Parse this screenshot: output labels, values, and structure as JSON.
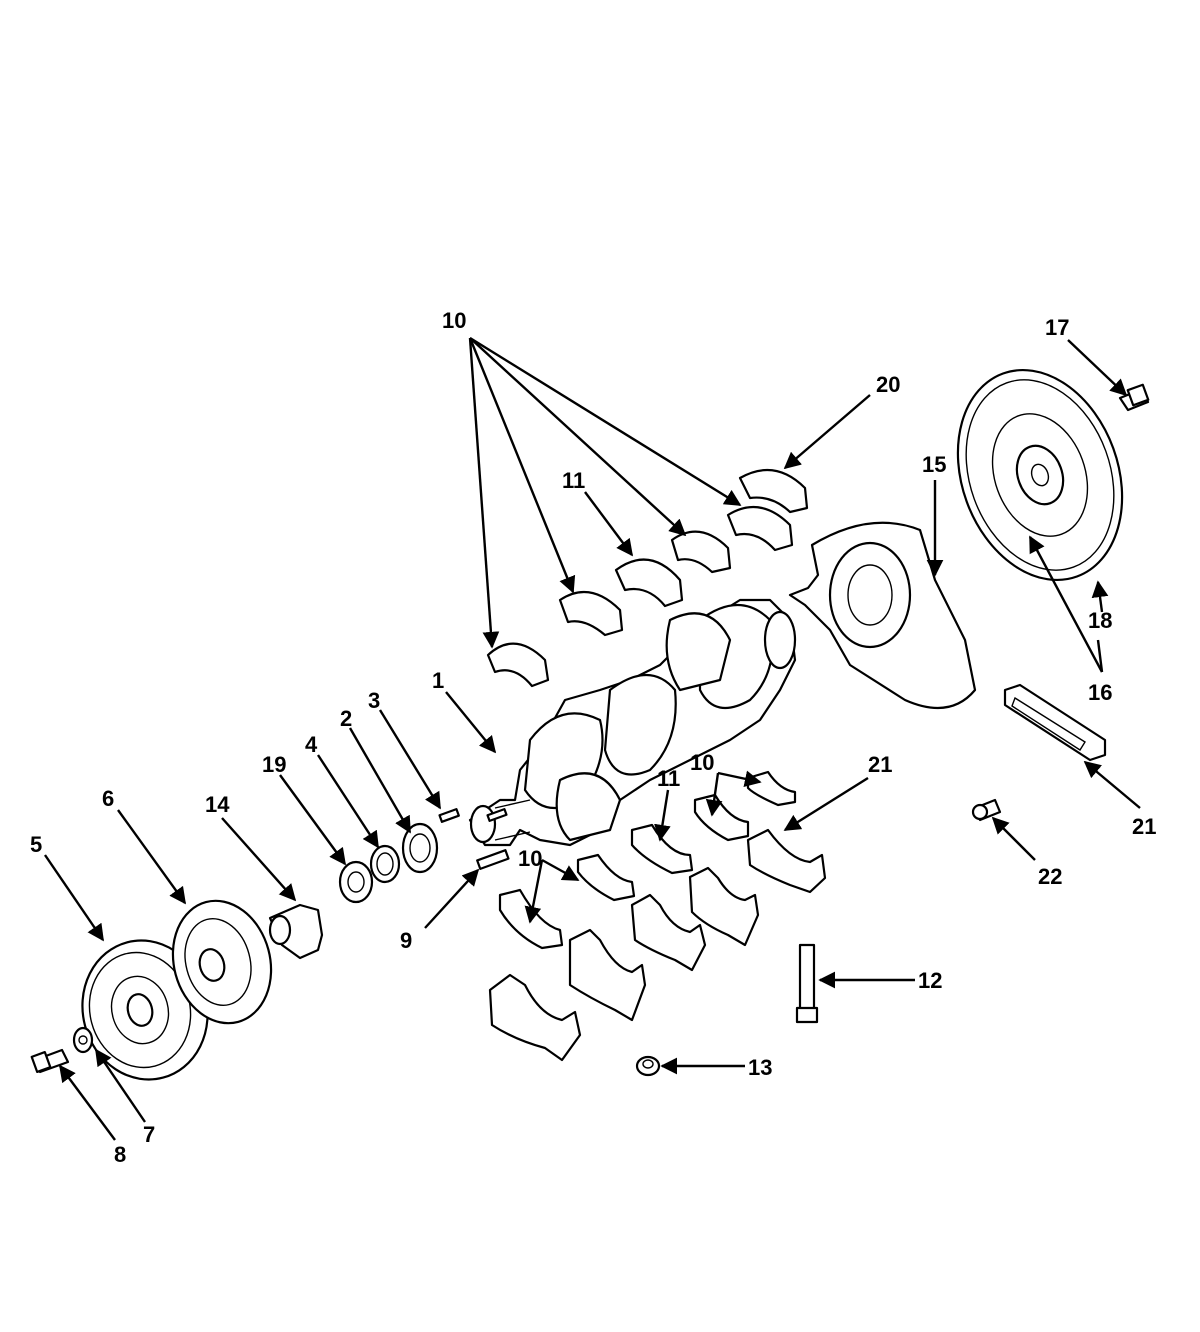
{
  "callouts": {
    "c1": "1",
    "c2": "2",
    "c3": "3",
    "c4": "4",
    "c5": "5",
    "c6": "6",
    "c7": "7",
    "c8": "8",
    "c9": "9",
    "c10a": "10",
    "c10b": "10",
    "c10c": "10",
    "c11a": "11",
    "c11b": "11",
    "c12": "12",
    "c13": "13",
    "c14": "14",
    "c15": "15",
    "c16": "16",
    "c17": "17",
    "c18": "18",
    "c19": "19",
    "c20": "20",
    "c21a": "21",
    "c21b": "21",
    "c22": "22"
  }
}
